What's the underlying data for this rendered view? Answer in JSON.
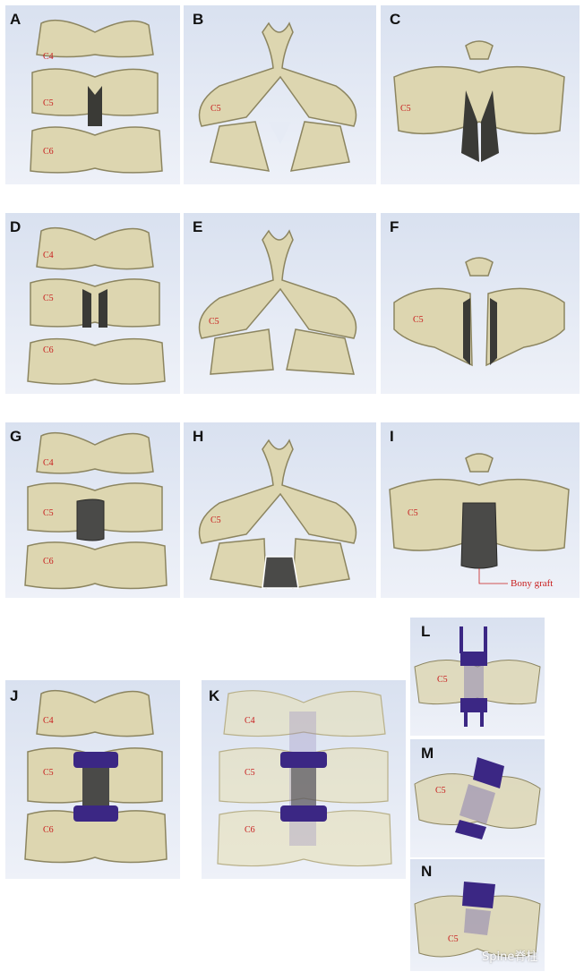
{
  "panels": {
    "A": "A",
    "B": "B",
    "C": "C",
    "D": "D",
    "E": "E",
    "F": "F",
    "G": "G",
    "H": "H",
    "I": "I",
    "J": "J",
    "K": "K",
    "L": "L",
    "M": "M",
    "N": "N"
  },
  "labels": {
    "c4": "C4",
    "c5": "C5",
    "c6": "C6"
  },
  "annotation": {
    "bony_graft": "Bony graft"
  },
  "watermark": "Spine脊柱",
  "colors": {
    "bone": "#ddd6b0",
    "bone_shadow": "#8c8560",
    "cut": "#3a3a36",
    "graft": "#4a4a48",
    "plate": "#3b2784",
    "background": "#dfe6f2",
    "label": "#c81e1e"
  }
}
